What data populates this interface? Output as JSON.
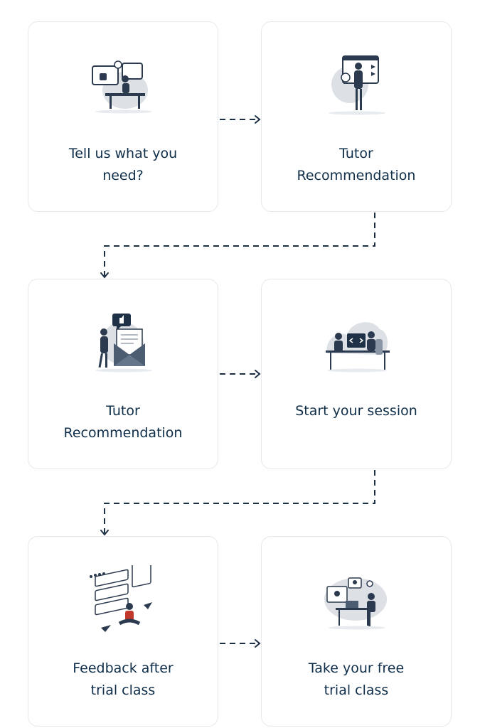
{
  "colors": {
    "text": "#0f2e4a",
    "card_border": "#e6e8ec",
    "connector": "#1d2f45",
    "blob": "#dde1e6"
  },
  "steps": [
    {
      "lines": [
        "Tell us what you",
        "need?"
      ],
      "illustration": "video-call-desk-illustration"
    },
    {
      "lines": [
        "Tutor",
        "Recommendation"
      ],
      "illustration": "video-presentation-illustration"
    },
    {
      "lines": [
        "Tutor",
        "Recommendation"
      ],
      "illustration": "email-like-illustration"
    },
    {
      "lines": [
        "Start your session"
      ],
      "illustration": "coding-session-illustration"
    },
    {
      "lines": [
        "Feedback after",
        "trial class"
      ],
      "illustration": "feedback-forms-illustration"
    },
    {
      "lines": [
        "Take your free",
        "trial class"
      ],
      "illustration": "online-class-illustration"
    }
  ]
}
